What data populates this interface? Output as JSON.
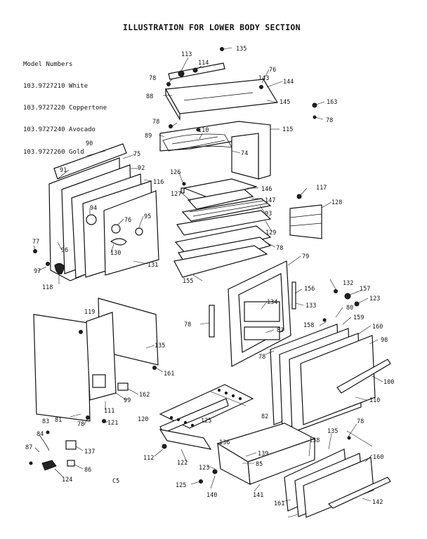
{
  "title": "ILLUSTRATION FOR LOWER BODY SECTION",
  "model_numbers": {
    "heading": "Model Numbers",
    "lines": [
      "103.9727210 White",
      "103.9727220 Coppertone",
      "103.9727240 Avocado",
      "103.9727260 Gold"
    ]
  },
  "sheet_code": "C5",
  "part_labels": [
    "113",
    "114",
    "135",
    "78",
    "88",
    "76",
    "143",
    "144",
    "145",
    "163",
    "78",
    "89",
    "78",
    "110",
    "115",
    "74",
    "90",
    "75",
    "91",
    "92",
    "116",
    "126",
    "146",
    "117",
    "127",
    "147",
    "128",
    "93",
    "94",
    "95",
    "129",
    "76",
    "77",
    "96",
    "130",
    "78",
    "97",
    "131",
    "79",
    "118",
    "155",
    "132",
    "156",
    "157",
    "133",
    "123",
    "80",
    "119",
    "78",
    "134",
    "158",
    "159",
    "83",
    "160",
    "98",
    "135",
    "78",
    "161",
    "100",
    "99",
    "162",
    "110",
    "111",
    "120",
    "125",
    "82",
    "81",
    "83",
    "78",
    "121",
    "136",
    "135",
    "78",
    "84",
    "137",
    "138",
    "160",
    "87",
    "112",
    "122",
    "123",
    "139",
    "85",
    "86",
    "124",
    "125",
    "140",
    "141",
    "161",
    "142"
  ]
}
